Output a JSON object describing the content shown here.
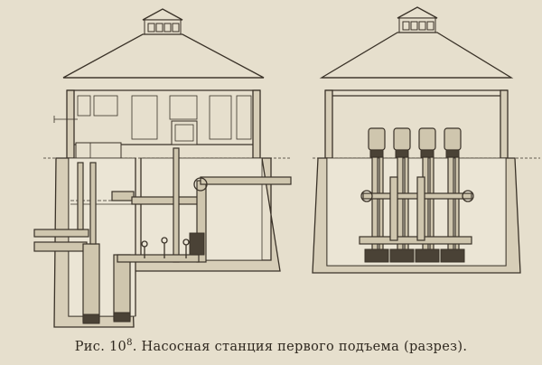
{
  "caption": {
    "prefix": "Рис. 10",
    "superscript": "8",
    "text": ". Насосная станция первого подъема (разрез)."
  }
}
